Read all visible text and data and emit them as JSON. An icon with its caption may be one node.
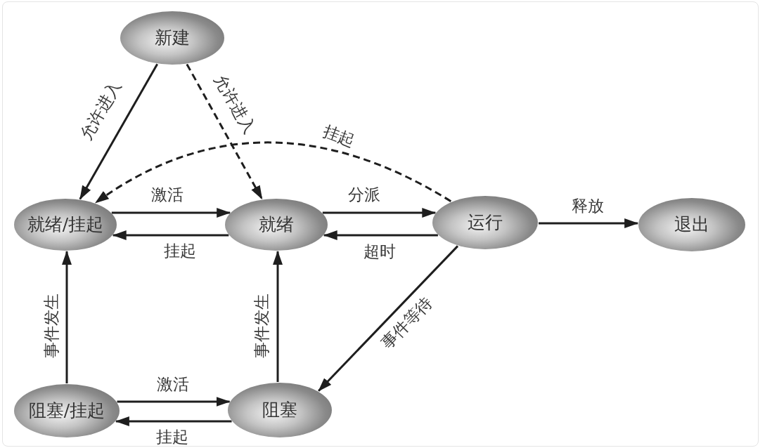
{
  "diagram": {
    "nodes": [
      {
        "text": [
          "新建"
        ]
      },
      {
        "text": [
          "就绪/挂起"
        ]
      },
      {
        "text": [
          "就绪"
        ]
      },
      {
        "text": [
          "运行"
        ]
      },
      {
        "text": [
          "退出"
        ]
      },
      {
        "text": [
          "阻塞/挂起"
        ]
      },
      {
        "text": [
          "阻塞"
        ]
      }
    ],
    "edges": [
      {
        "from": 0,
        "to": 1,
        "arrow": "to",
        "label": "允许进入"
      },
      {
        "from": 0,
        "to": 2,
        "arrow": "to",
        "label": "允许进入",
        "style": "dashed"
      },
      {
        "from": 3,
        "to": 1,
        "arrow": "to",
        "label": "挂起",
        "style": "dashed"
      },
      {
        "from": 1,
        "to": 2,
        "arrow": "to",
        "label": "激活"
      },
      {
        "from": 2,
        "to": 1,
        "arrow": "to",
        "label": "挂起"
      },
      {
        "from": 2,
        "to": 3,
        "arrow": "to",
        "label": "分派"
      },
      {
        "from": 3,
        "to": 2,
        "arrow": "to",
        "label": "超时"
      },
      {
        "from": 3,
        "to": 4,
        "arrow": "to",
        "label": "释放"
      },
      {
        "from": 3,
        "to": 6,
        "arrow": "to",
        "label": "事件等待"
      },
      {
        "from": 5,
        "to": 1,
        "arrow": "to",
        "label": "事件发生"
      },
      {
        "from": 6,
        "to": 2,
        "arrow": "to",
        "label": "事件发生"
      },
      {
        "from": 5,
        "to": 6,
        "arrow": "to",
        "label": "激活"
      },
      {
        "from": 6,
        "to": 5,
        "arrow": "to",
        "label": "挂起"
      }
    ]
  }
}
